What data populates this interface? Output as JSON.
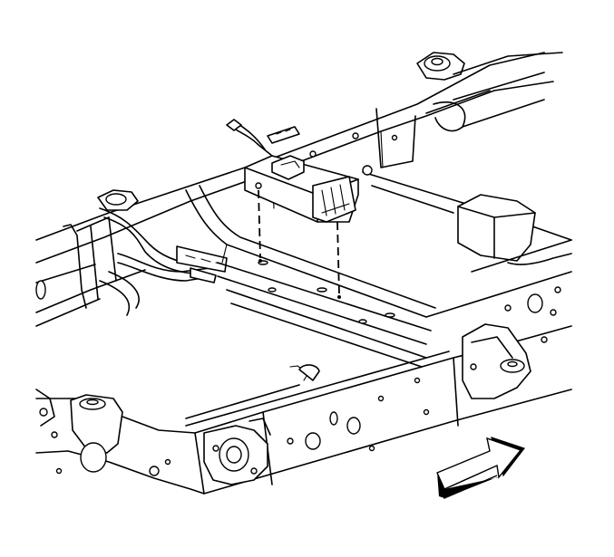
{
  "diagram": {
    "subject": "vehicle-frame-module-installation",
    "colors": {
      "line": "#000000",
      "background": "#ffffff"
    },
    "icons": [
      "frame-rails",
      "control-module",
      "wiring-harness",
      "front-direction-arrow"
    ]
  }
}
